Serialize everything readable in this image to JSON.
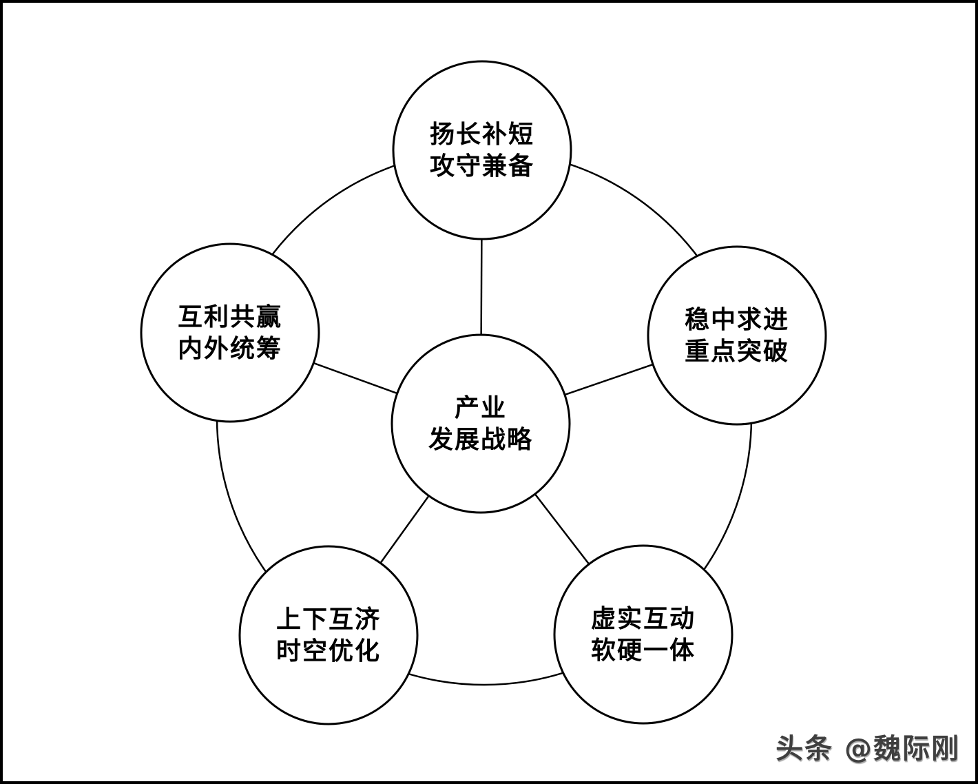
{
  "diagram": {
    "center": {
      "line1": "产业",
      "line2": "发展战略"
    },
    "nodes": [
      {
        "line1": "扬长补短",
        "line2": "攻守兼备"
      },
      {
        "line1": "稳中求进",
        "line2": "重点突破"
      },
      {
        "line1": "虚实互动",
        "line2": "软硬一体"
      },
      {
        "line1": "上下互济",
        "line2": "时空优化"
      },
      {
        "line1": "互利共赢",
        "line2": "内外统筹"
      }
    ]
  },
  "watermark": {
    "text": "头条 @魏际刚"
  },
  "colors": {
    "line": "#000000",
    "circle_fill": "#ffffff",
    "background": "#ffffff",
    "watermark_text": "#3f3f3f"
  }
}
